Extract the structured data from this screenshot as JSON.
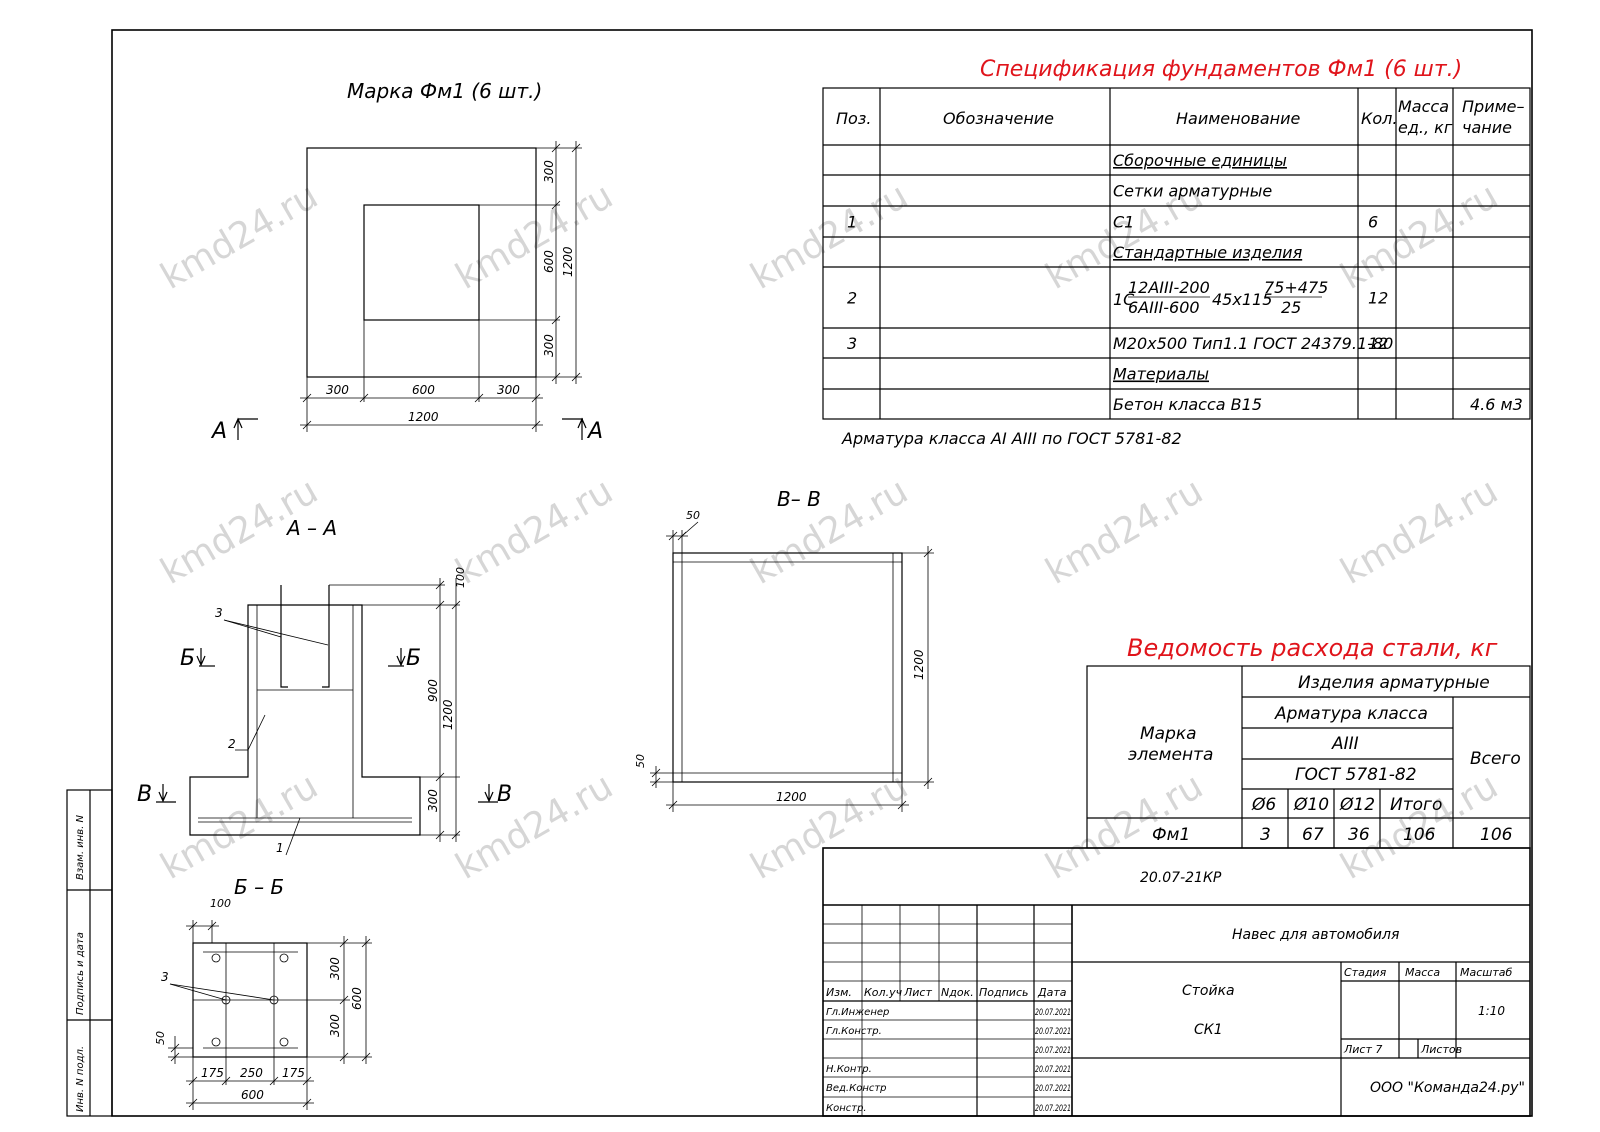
{
  "watermark": "kmd24.ru",
  "spec": {
    "title": "Спецификация фундаментов Фм1 (6 шт.)",
    "headers": [
      "Поз.",
      "Обозначение",
      "Наименование",
      "Кол.",
      "Масса ед., кг",
      "Приме- чание"
    ],
    "rows": [
      {
        "pos": "",
        "name": "Сборочные единицы",
        "qty": "",
        "note": "",
        "underline": true
      },
      {
        "pos": "",
        "name": "Сетки арматурные",
        "qty": "",
        "note": ""
      },
      {
        "pos": "1",
        "name": "С1",
        "qty": "6",
        "note": ""
      },
      {
        "pos": "",
        "name": "Стандартные изделия",
        "qty": "",
        "note": "",
        "underline": true
      },
      {
        "pos": "2",
        "name": "",
        "qty": "12",
        "note": ""
      },
      {
        "pos": "3",
        "name": "М20х500 Тип1.1 ГОСТ 24379.1-80",
        "qty": "12",
        "note": ""
      },
      {
        "pos": "",
        "name": "Материалы",
        "qty": "",
        "note": "",
        "underline": true
      },
      {
        "pos": "",
        "name": "Бетон класса В15",
        "qty": "",
        "note": "4.6 м3"
      }
    ],
    "row2_formula": {
      "prefix": "1С",
      "num1": "12АIII-200",
      "den1": "6АIII-600",
      "mid": "45х115",
      "num2": "75+475",
      "den2": "25"
    },
    "note": "Арматура класса АI    АIII  по ГОСТ 5781-82"
  },
  "steel": {
    "title": "Ведомость расхода стали, кг",
    "h_products": "Изделия арматурные",
    "h_class": "Арматура класса",
    "h_grade": "АIII",
    "h_gost": "ГОСТ 5781-82",
    "h_mark": "Марка элемента",
    "h_total": "Всего",
    "cols": [
      "Ø6",
      "Ø10",
      "Ø12",
      "Итого"
    ],
    "row": {
      "mark": "Фм1",
      "values": [
        "3",
        "67",
        "36",
        "106"
      ],
      "total": "106"
    }
  },
  "plan": {
    "title": "Марка Фм1 (6 шт.)",
    "dims_h": [
      "300",
      "600",
      "300"
    ],
    "dim_total": "1200",
    "dims_v": [
      "300",
      "600",
      "300"
    ],
    "dim_v_total": "1200",
    "section_mark": "А"
  },
  "sectionAA": {
    "title": "А – А",
    "dim_top": "100",
    "dim_900": "900",
    "dim_1200": "1200",
    "dim_300": "300",
    "mark_b": "Б",
    "mark_v": "В",
    "lbl1": "1",
    "lbl2": "2",
    "lbl3": "3"
  },
  "sectionVV": {
    "title": "В– В",
    "dim_cover_top": "50",
    "dim_cover_side": "50",
    "dim_w": "1200",
    "dim_h": "1200"
  },
  "sectionBB": {
    "title": "Б – Б",
    "dim_100": "100",
    "dims_h": [
      "175",
      "250",
      "175"
    ],
    "dim_total": "600",
    "dims_v": [
      "300",
      "300"
    ],
    "dim_v_total": "600",
    "dim_50": "50",
    "lbl3": "3"
  },
  "stamp": {
    "code": "20.07-21КР",
    "project": "Навес для автомобиля",
    "sheet_name1": "Стойка",
    "sheet_name2": "СК1",
    "col_heads": [
      "Изм.",
      "Кол.уч",
      "Лист",
      "Nдок.",
      "Подпись",
      "Дата"
    ],
    "roles": [
      "Гл.Инженер",
      "Гл.Констр.",
      "",
      "Н.Контр.",
      "Вед.Констр",
      "Констр."
    ],
    "date": "20.07.2021",
    "stage": "Стадия",
    "mass": "Масса",
    "scale": "Масштаб",
    "scale_val": "1:10",
    "sheet": "Лист 7",
    "sheets": "Листов",
    "company": "ООО \"Команда24.ру\""
  },
  "side_labels": [
    "Взам. инв. N",
    "Подпись и дата",
    "Инв. N подл."
  ]
}
